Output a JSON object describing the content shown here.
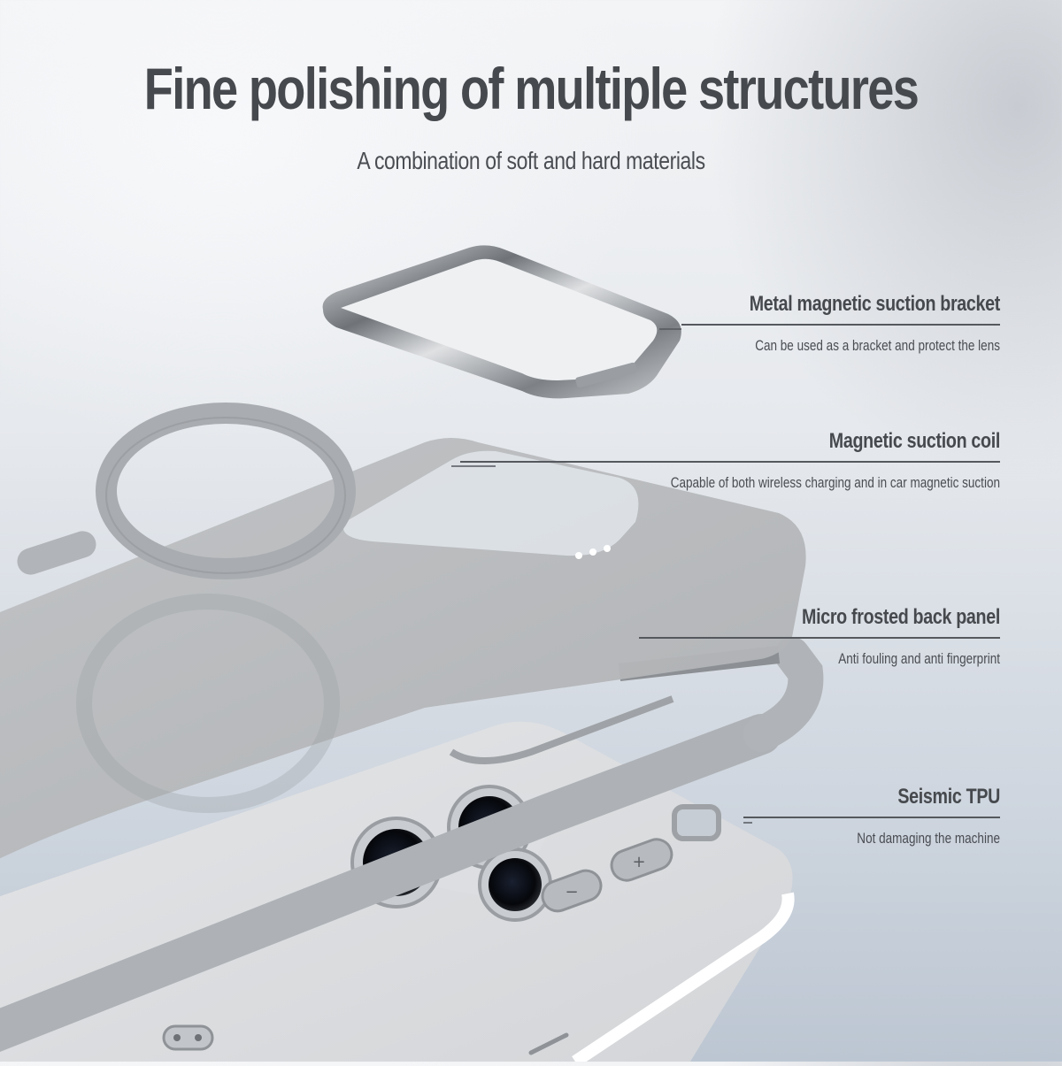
{
  "header": {
    "title": "Fine polishing of multiple structures",
    "subtitle": "A combination of soft and hard materials"
  },
  "callouts": [
    {
      "heading": "Metal magnetic suction bracket",
      "description": "Can be used as a bracket and protect the lens"
    },
    {
      "heading": "Magnetic suction coil",
      "description": "Capable of both wireless charging and in car magnetic suction"
    },
    {
      "heading": "Micro frosted back panel",
      "description": "Anti fouling and anti fingerprint"
    },
    {
      "heading": "Seismic TPU",
      "description": "Not damaging the machine"
    }
  ],
  "product": {
    "button_labels": {
      "volume_up": "+",
      "volume_down": "−"
    }
  },
  "colors": {
    "text": "#46494d",
    "panel_gray": "#b3b5b8",
    "frame_gray": "#a9adb1",
    "background_blue": "#c3ccd6",
    "metal": "#8e9297"
  }
}
